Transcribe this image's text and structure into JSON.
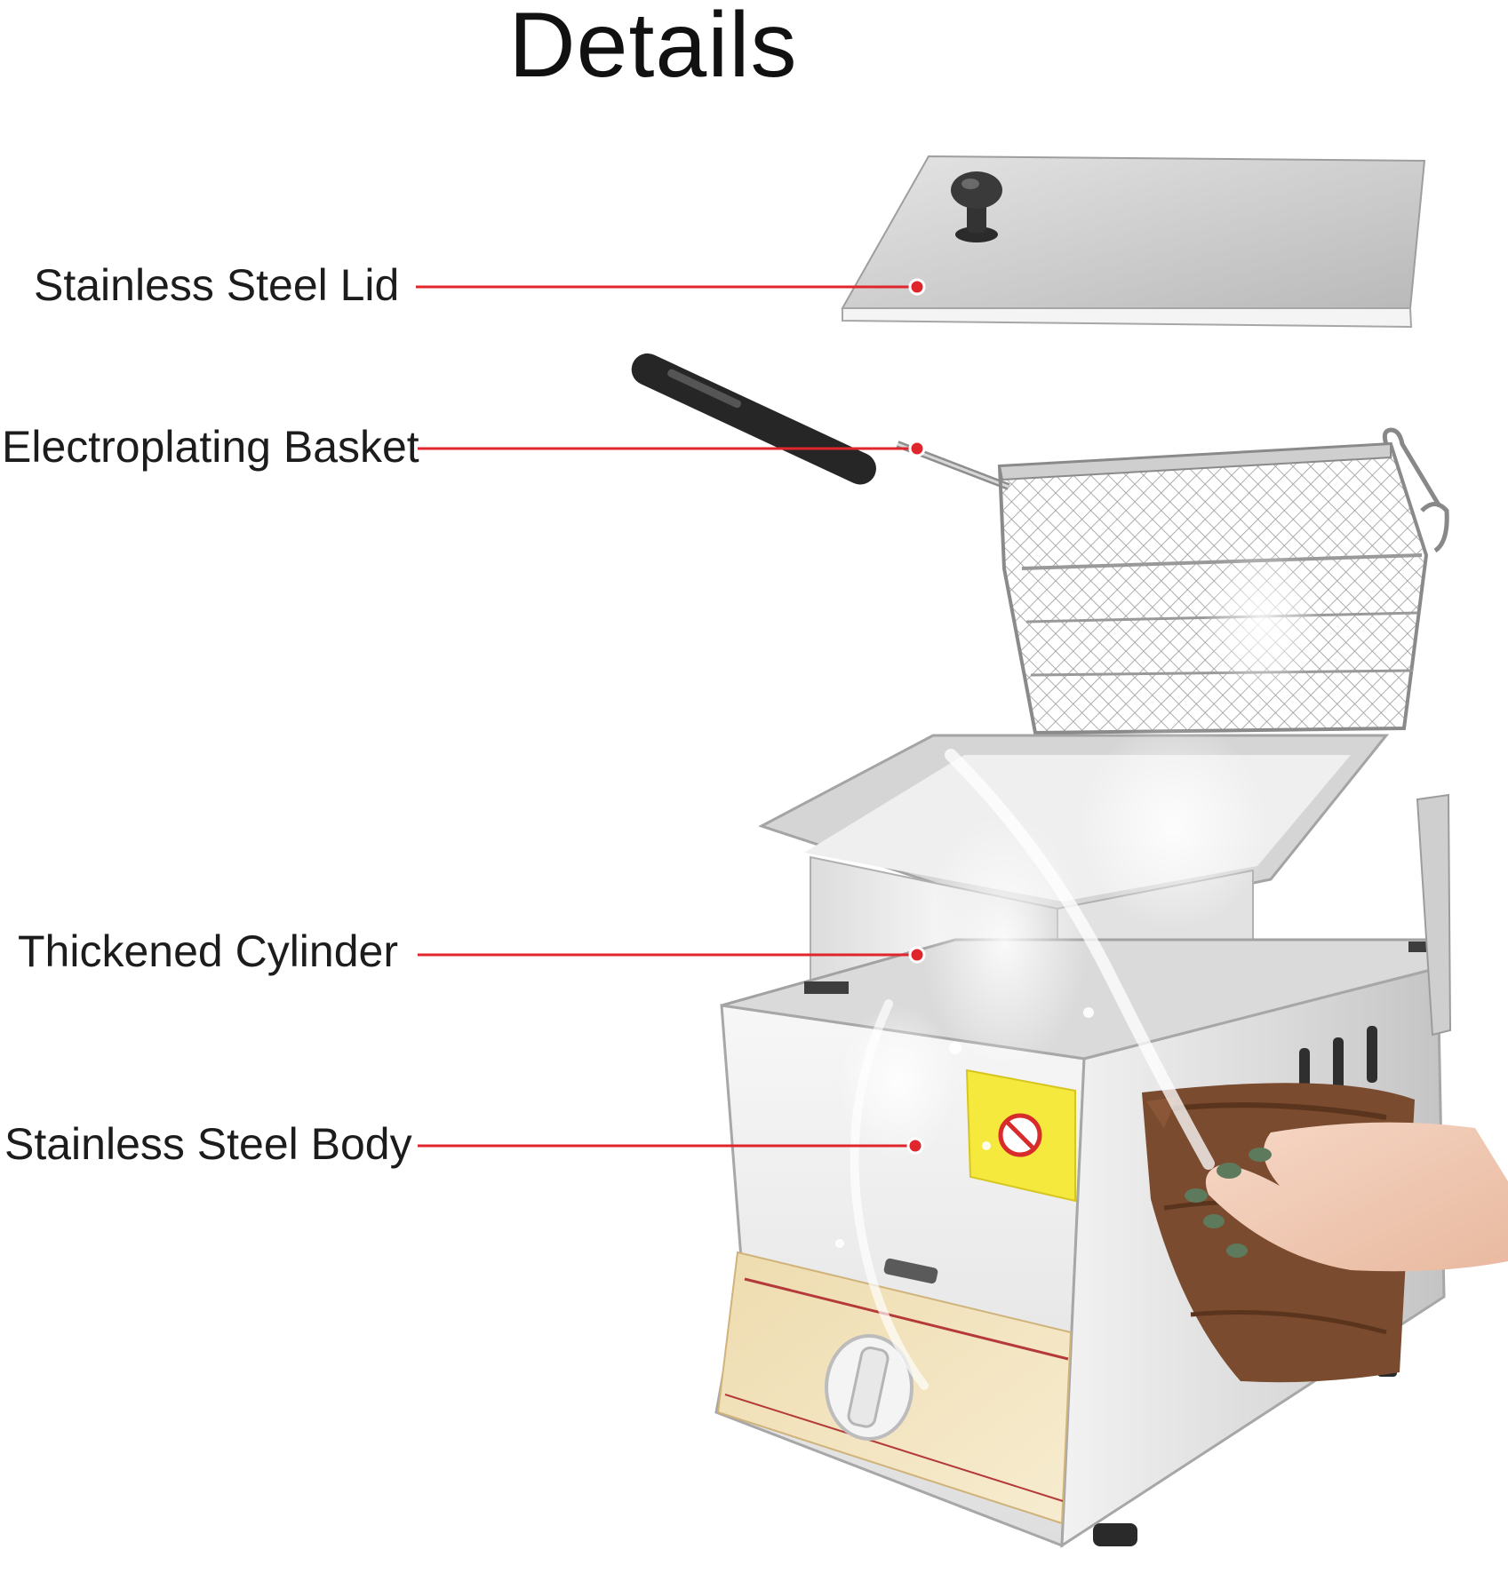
{
  "page": {
    "title": "Details",
    "accent_color": "#e0262d"
  },
  "callouts": [
    {
      "label": "Stainless Steel Lid"
    },
    {
      "label": "Electroplating Basket"
    },
    {
      "label": "Thickened Cylinder"
    },
    {
      "label": "Stainless Steel Body"
    }
  ],
  "product": {
    "parts": [
      "lid",
      "frying-basket",
      "oil-tank",
      "fryer-body",
      "control-knob",
      "cleaning-cloth"
    ]
  }
}
